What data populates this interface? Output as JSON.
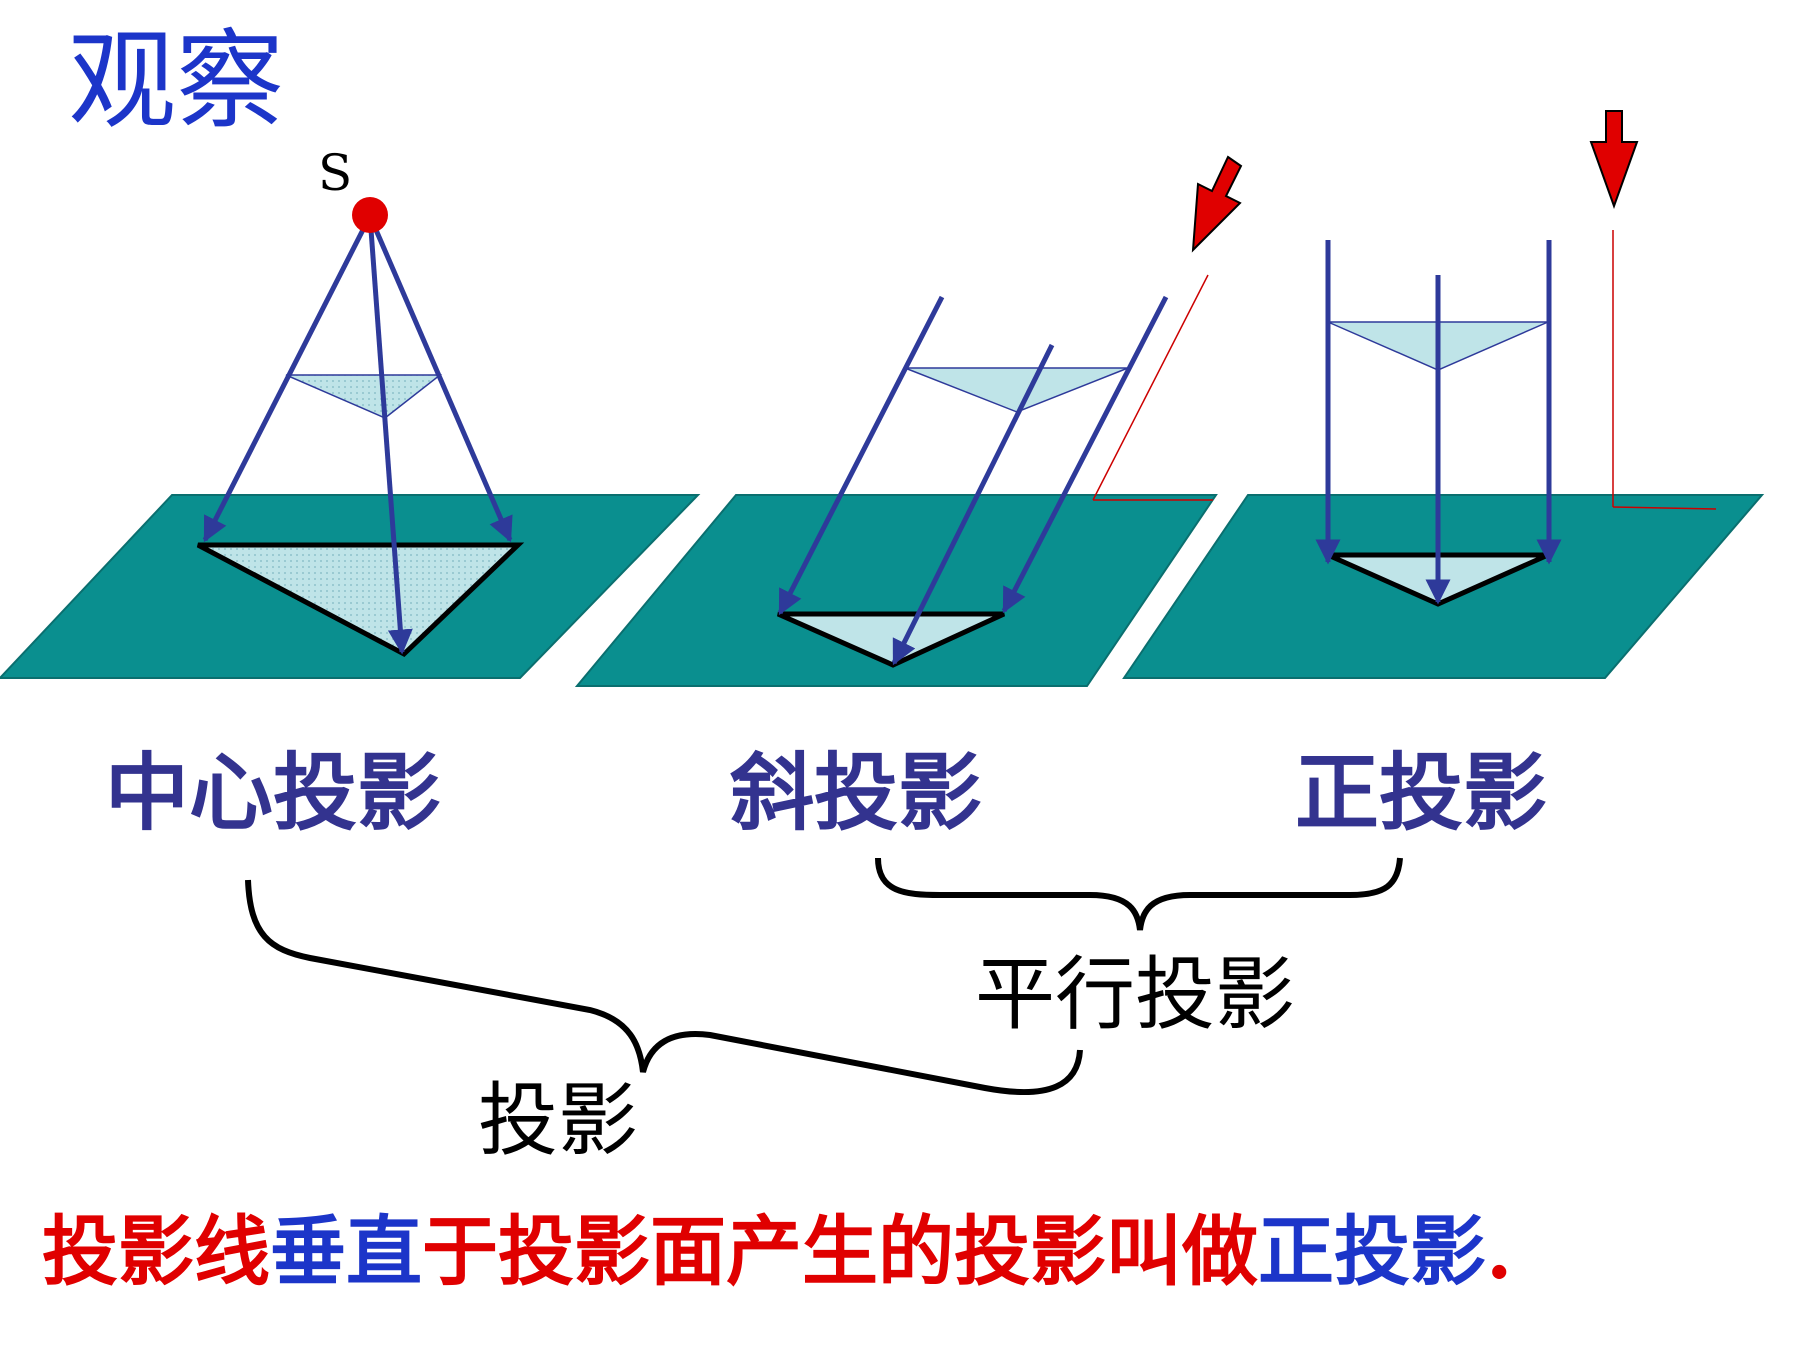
{
  "title": "观察",
  "source_point": "S",
  "labels": {
    "central": "中心投影",
    "oblique": "斜投影",
    "orthographic": "正投影",
    "parallel": "平行投影",
    "projection": "投影"
  },
  "caption": {
    "part1": "投影线",
    "part2": "垂直",
    "part3": "于投影面产生的投影叫做",
    "part4": "正投影",
    "part5": "."
  },
  "colors": {
    "plane": "#0a8f8f",
    "ray": "#2e3a9a",
    "shadow": "#bfe4e8",
    "arrow": "#e00000",
    "title": "#1c35c9",
    "caption_red": "#e00000",
    "caption_blue": "#1c35c9"
  }
}
